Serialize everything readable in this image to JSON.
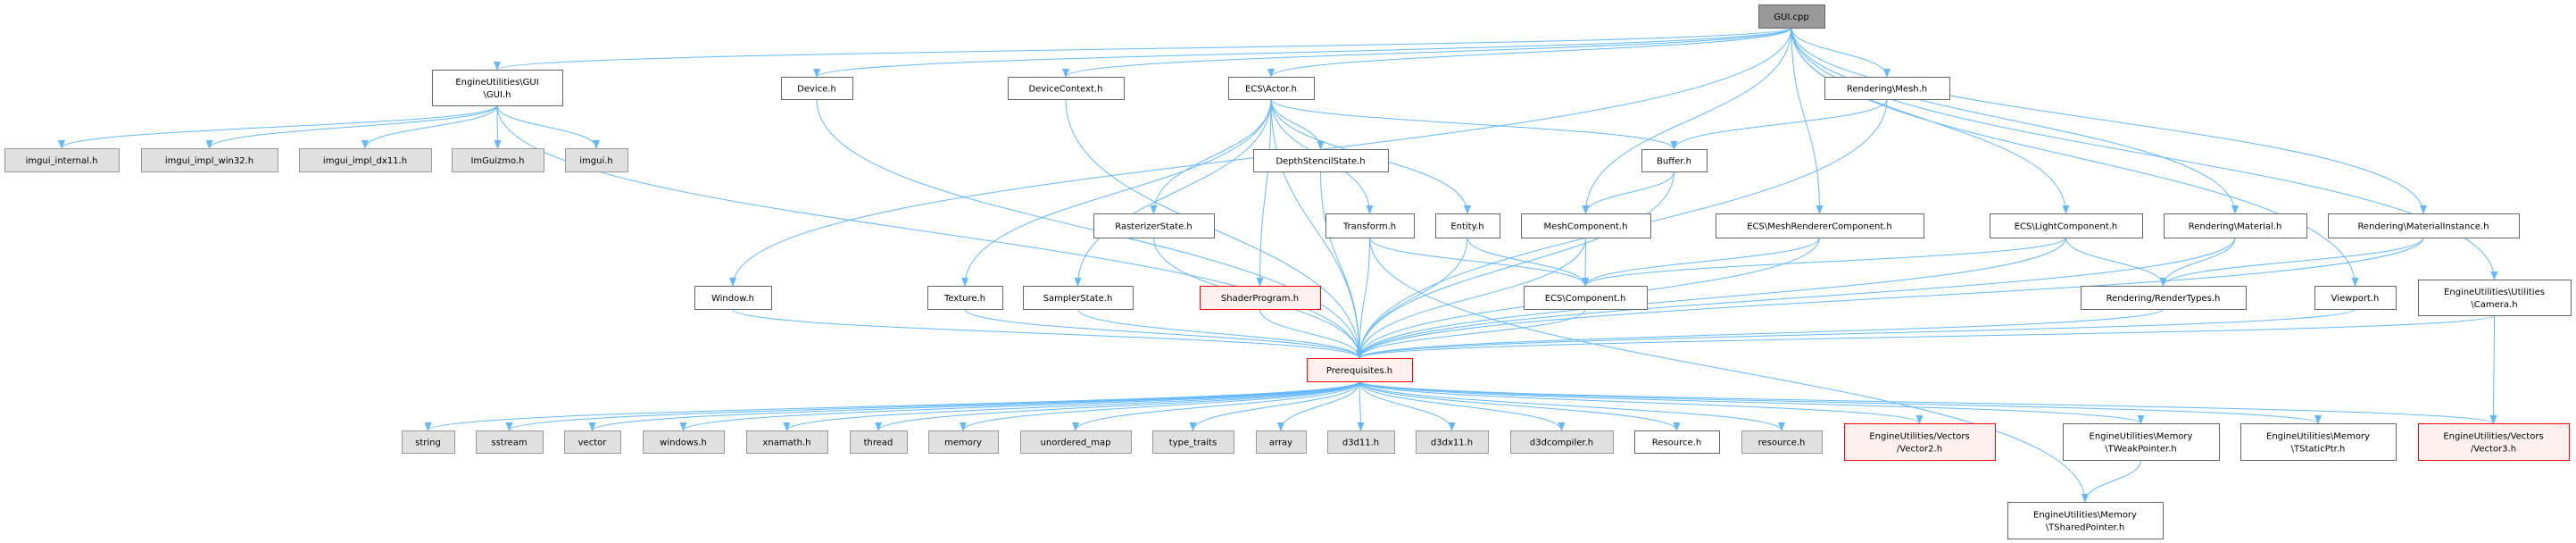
{
  "title": "GUI.cpp",
  "colors": {
    "edge": "#63b8ff",
    "root_fill": "#999999",
    "external_fill": "#e0e0e0",
    "missing_border": "#ff0000",
    "missing_fill": "#fff0f0"
  },
  "nodes": [
    {
      "id": "gui_cpp",
      "lines": [
        "GUI.cpp"
      ],
      "kind": "root"
    },
    {
      "id": "gui_h",
      "lines": [
        "EngineUtilities\\GUI",
        "\\GUI.h"
      ],
      "kind": "normal"
    },
    {
      "id": "device_h",
      "lines": [
        "Device.h"
      ],
      "kind": "normal"
    },
    {
      "id": "devicecontext_h",
      "lines": [
        "DeviceContext.h"
      ],
      "kind": "normal"
    },
    {
      "id": "actor_h",
      "lines": [
        "ECS\\Actor.h"
      ],
      "kind": "normal"
    },
    {
      "id": "mesh_h",
      "lines": [
        "Rendering\\Mesh.h"
      ],
      "kind": "normal"
    },
    {
      "id": "imgui_internal",
      "lines": [
        "imgui_internal.h"
      ],
      "kind": "external"
    },
    {
      "id": "imgui_impl_win32",
      "lines": [
        "imgui_impl_win32.h"
      ],
      "kind": "external"
    },
    {
      "id": "imgui_impl_dx11",
      "lines": [
        "imgui_impl_dx11.h"
      ],
      "kind": "external"
    },
    {
      "id": "imguizmo",
      "lines": [
        "ImGuizmo.h"
      ],
      "kind": "external"
    },
    {
      "id": "imgui_h",
      "lines": [
        "imgui.h"
      ],
      "kind": "external"
    },
    {
      "id": "depthstencil",
      "lines": [
        "DepthStencilState.h"
      ],
      "kind": "normal"
    },
    {
      "id": "buffer_h",
      "lines": [
        "Buffer.h"
      ],
      "kind": "normal"
    },
    {
      "id": "rasterizer",
      "lines": [
        "RasterizerState.h"
      ],
      "kind": "normal"
    },
    {
      "id": "transform_h",
      "lines": [
        "Transform.h"
      ],
      "kind": "normal"
    },
    {
      "id": "entity_h",
      "lines": [
        "Entity.h"
      ],
      "kind": "normal"
    },
    {
      "id": "meshcomponent",
      "lines": [
        "MeshComponent.h"
      ],
      "kind": "normal"
    },
    {
      "id": "meshrenderer",
      "lines": [
        "ECS\\MeshRendererComponent.h"
      ],
      "kind": "normal"
    },
    {
      "id": "lightcomponent",
      "lines": [
        "ECS\\LightComponent.h"
      ],
      "kind": "normal"
    },
    {
      "id": "material_h",
      "lines": [
        "Rendering\\Material.h"
      ],
      "kind": "normal"
    },
    {
      "id": "materialinstance",
      "lines": [
        "Rendering\\MaterialInstance.h"
      ],
      "kind": "normal"
    },
    {
      "id": "window_h",
      "lines": [
        "Window.h"
      ],
      "kind": "normal"
    },
    {
      "id": "texture_h",
      "lines": [
        "Texture.h"
      ],
      "kind": "normal"
    },
    {
      "id": "sampler_h",
      "lines": [
        "SamplerState.h"
      ],
      "kind": "normal"
    },
    {
      "id": "shader_h",
      "lines": [
        "ShaderProgram.h"
      ],
      "kind": "missing"
    },
    {
      "id": "component_h",
      "lines": [
        "ECS\\Component.h"
      ],
      "kind": "normal"
    },
    {
      "id": "rendertypes",
      "lines": [
        "Rendering/RenderTypes.h"
      ],
      "kind": "normal"
    },
    {
      "id": "viewport_h",
      "lines": [
        "Viewport.h"
      ],
      "kind": "normal"
    },
    {
      "id": "camera_h",
      "lines": [
        "EngineUtilities\\Utilities",
        "\\Camera.h"
      ],
      "kind": "normal"
    },
    {
      "id": "prereq",
      "lines": [
        "Prerequisites.h"
      ],
      "kind": "missing"
    },
    {
      "id": "string",
      "lines": [
        "string"
      ],
      "kind": "external"
    },
    {
      "id": "sstream",
      "lines": [
        "sstream"
      ],
      "kind": "external"
    },
    {
      "id": "vector",
      "lines": [
        "vector"
      ],
      "kind": "external"
    },
    {
      "id": "windows_h",
      "lines": [
        "windows.h"
      ],
      "kind": "external"
    },
    {
      "id": "xnamath",
      "lines": [
        "xnamath.h"
      ],
      "kind": "external"
    },
    {
      "id": "thread",
      "lines": [
        "thread"
      ],
      "kind": "external"
    },
    {
      "id": "memory",
      "lines": [
        "memory"
      ],
      "kind": "external"
    },
    {
      "id": "unordered_map",
      "lines": [
        "unordered_map"
      ],
      "kind": "external"
    },
    {
      "id": "type_traits",
      "lines": [
        "type_traits"
      ],
      "kind": "external"
    },
    {
      "id": "array",
      "lines": [
        "array"
      ],
      "kind": "external"
    },
    {
      "id": "d3d11",
      "lines": [
        "d3d11.h"
      ],
      "kind": "external"
    },
    {
      "id": "d3dx11",
      "lines": [
        "d3dx11.h"
      ],
      "kind": "external"
    },
    {
      "id": "d3dcompiler",
      "lines": [
        "d3dcompiler.h"
      ],
      "kind": "external"
    },
    {
      "id": "resource_cap",
      "lines": [
        "Resource.h"
      ],
      "kind": "normal"
    },
    {
      "id": "resource_low",
      "lines": [
        "resource.h"
      ],
      "kind": "external"
    },
    {
      "id": "vector2",
      "lines": [
        "EngineUtilities/Vectors",
        "/Vector2.h"
      ],
      "kind": "missing"
    },
    {
      "id": "tweak",
      "lines": [
        "EngineUtilities\\Memory",
        "\\TWeakPointer.h"
      ],
      "kind": "normal"
    },
    {
      "id": "tstatic",
      "lines": [
        "EngineUtilities\\Memory",
        "\\TStaticPtr.h"
      ],
      "kind": "normal"
    },
    {
      "id": "vector3",
      "lines": [
        "EngineUtilities/Vectors",
        "/Vector3.h"
      ],
      "kind": "missing"
    },
    {
      "id": "tshared",
      "lines": [
        "EngineUtilities\\Memory",
        "\\TSharedPointer.h"
      ],
      "kind": "normal"
    }
  ],
  "edges": [
    [
      "gui_cpp",
      "gui_h"
    ],
    [
      "gui_cpp",
      "device_h"
    ],
    [
      "gui_cpp",
      "devicecontext_h"
    ],
    [
      "gui_cpp",
      "actor_h"
    ],
    [
      "gui_cpp",
      "window_h"
    ],
    [
      "gui_cpp",
      "meshcomponent"
    ],
    [
      "gui_cpp",
      "mesh_h"
    ],
    [
      "gui_cpp",
      "meshrenderer"
    ],
    [
      "gui_cpp",
      "lightcomponent"
    ],
    [
      "gui_cpp",
      "material_h"
    ],
    [
      "gui_cpp",
      "materialinstance"
    ],
    [
      "gui_cpp",
      "viewport_h"
    ],
    [
      "gui_cpp",
      "camera_h"
    ],
    [
      "gui_h",
      "imgui_internal"
    ],
    [
      "gui_h",
      "imgui_impl_win32"
    ],
    [
      "gui_h",
      "imgui_impl_dx11"
    ],
    [
      "gui_h",
      "imguizmo"
    ],
    [
      "gui_h",
      "imgui_h"
    ],
    [
      "gui_h",
      "prereq"
    ],
    [
      "device_h",
      "prereq"
    ],
    [
      "devicecontext_h",
      "prereq"
    ],
    [
      "window_h",
      "prereq"
    ],
    [
      "actor_h",
      "prereq"
    ],
    [
      "actor_h",
      "texture_h"
    ],
    [
      "actor_h",
      "sampler_h"
    ],
    [
      "actor_h",
      "rasterizer"
    ],
    [
      "actor_h",
      "shader_h"
    ],
    [
      "actor_h",
      "depthstencil"
    ],
    [
      "actor_h",
      "transform_h"
    ],
    [
      "actor_h",
      "entity_h"
    ],
    [
      "actor_h",
      "buffer_h"
    ],
    [
      "depthstencil",
      "prereq"
    ],
    [
      "rasterizer",
      "prereq"
    ],
    [
      "texture_h",
      "prereq"
    ],
    [
      "sampler_h",
      "prereq"
    ],
    [
      "shader_h",
      "prereq"
    ],
    [
      "mesh_h",
      "buffer_h"
    ],
    [
      "mesh_h",
      "prereq"
    ],
    [
      "buffer_h",
      "meshcomponent"
    ],
    [
      "buffer_h",
      "prereq"
    ],
    [
      "transform_h",
      "prereq"
    ],
    [
      "transform_h",
      "component_h"
    ],
    [
      "transform_h",
      "tshared"
    ],
    [
      "entity_h",
      "component_h"
    ],
    [
      "entity_h",
      "prereq"
    ],
    [
      "meshcomponent",
      "component_h"
    ],
    [
      "meshcomponent",
      "prereq"
    ],
    [
      "meshrenderer",
      "component_h"
    ],
    [
      "meshrenderer",
      "prereq"
    ],
    [
      "lightcomponent",
      "component_h"
    ],
    [
      "lightcomponent",
      "rendertypes"
    ],
    [
      "lightcomponent",
      "prereq"
    ],
    [
      "material_h",
      "rendertypes"
    ],
    [
      "material_h",
      "prereq"
    ],
    [
      "materialinstance",
      "rendertypes"
    ],
    [
      "materialinstance",
      "prereq"
    ],
    [
      "component_h",
      "prereq"
    ],
    [
      "rendertypes",
      "prereq"
    ],
    [
      "viewport_h",
      "prereq"
    ],
    [
      "camera_h",
      "prereq"
    ],
    [
      "camera_h",
      "vector3"
    ],
    [
      "prereq",
      "string"
    ],
    [
      "prereq",
      "sstream"
    ],
    [
      "prereq",
      "vector"
    ],
    [
      "prereq",
      "windows_h"
    ],
    [
      "prereq",
      "xnamath"
    ],
    [
      "prereq",
      "thread"
    ],
    [
      "prereq",
      "memory"
    ],
    [
      "prereq",
      "unordered_map"
    ],
    [
      "prereq",
      "type_traits"
    ],
    [
      "prereq",
      "array"
    ],
    [
      "prereq",
      "d3d11"
    ],
    [
      "prereq",
      "d3dx11"
    ],
    [
      "prereq",
      "d3dcompiler"
    ],
    [
      "prereq",
      "resource_cap"
    ],
    [
      "prereq",
      "resource_low"
    ],
    [
      "prereq",
      "vector2"
    ],
    [
      "prereq",
      "tweak"
    ],
    [
      "prereq",
      "tstatic"
    ],
    [
      "prereq",
      "vector3"
    ],
    [
      "tweak",
      "tshared"
    ]
  ]
}
